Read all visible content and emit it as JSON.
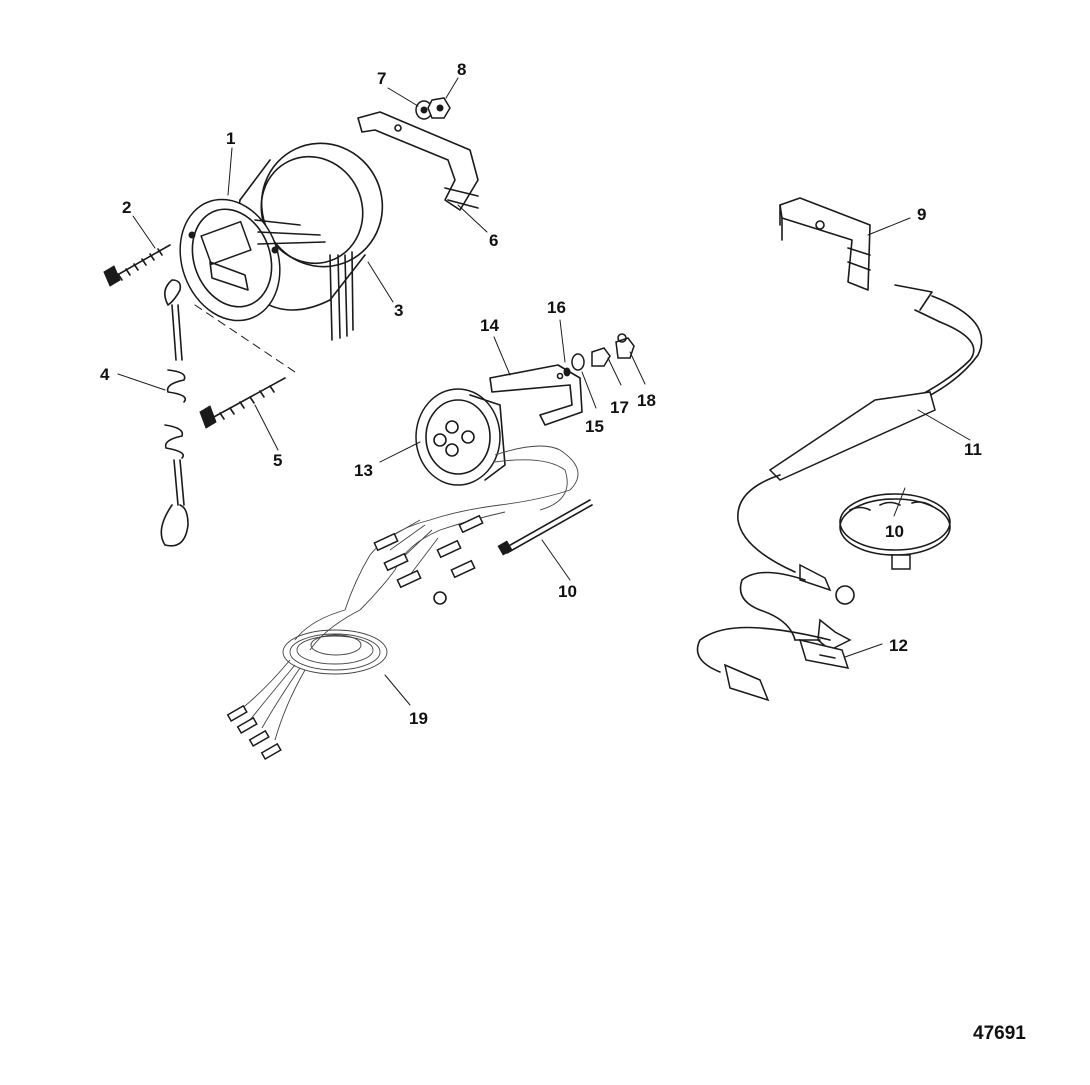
{
  "figure_number": "47691",
  "callouts": [
    {
      "id": "1",
      "label": "1"
    },
    {
      "id": "2",
      "label": "2"
    },
    {
      "id": "3",
      "label": "3"
    },
    {
      "id": "4",
      "label": "4"
    },
    {
      "id": "5",
      "label": "5"
    },
    {
      "id": "6",
      "label": "6"
    },
    {
      "id": "7",
      "label": "7"
    },
    {
      "id": "8",
      "label": "8"
    },
    {
      "id": "9",
      "label": "9"
    },
    {
      "id": "10a",
      "label": "10"
    },
    {
      "id": "10b",
      "label": "10"
    },
    {
      "id": "11",
      "label": "11"
    },
    {
      "id": "12",
      "label": "12"
    },
    {
      "id": "13",
      "label": "13"
    },
    {
      "id": "14",
      "label": "14"
    },
    {
      "id": "15",
      "label": "15"
    },
    {
      "id": "16",
      "label": "16"
    },
    {
      "id": "17",
      "label": "17"
    },
    {
      "id": "18",
      "label": "18"
    },
    {
      "id": "19",
      "label": "19"
    }
  ]
}
